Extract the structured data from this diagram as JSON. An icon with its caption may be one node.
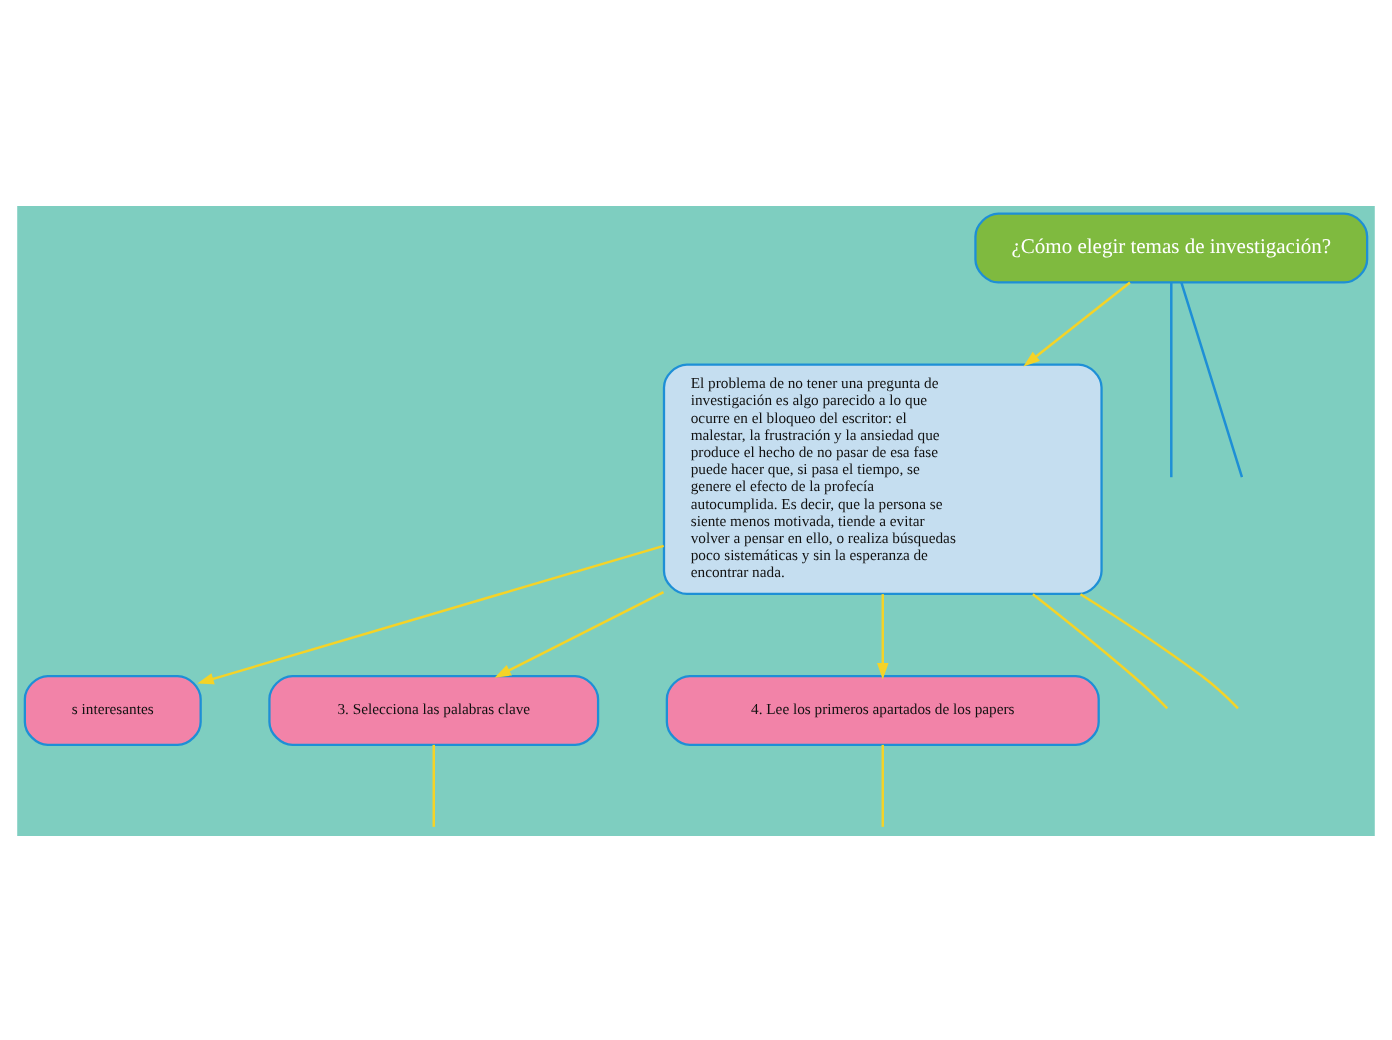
{
  "diagram": {
    "nodes": [
      {
        "text": [
          "¿Cómo elegir temas de investigación?"
        ]
      },
      {
        "text": [
          "El problema de no tener una pregunta de investigación es algo parecido a lo que ocurre en el bloqueo del escritor: el malestar, la frustración y la ansiedad que produce el hecho de no pasar de esa fase puede hacer que, si pasa el tiempo, se genere el efecto de la profecía autocumplida. Es decir, que la persona se siente menos motivada, tiende a evitar volver a pensar en ello, o realiza búsquedas poco sistemáticas y sin la esperanza de encontrar nada."
        ]
      },
      {
        "text": [
          "s interesantes"
        ]
      },
      {
        "text": [
          "3. Selecciona las palabras clave"
        ]
      },
      {
        "text": [
          "4. Lee los primeros apartados de los papers"
        ]
      }
    ],
    "edges": [
      {
        "from": 0,
        "to": 1,
        "arrow": "to"
      },
      {
        "from": 0,
        "to": null,
        "arrow": "none",
        "color": "#1e8fd6"
      },
      {
        "from": 0,
        "to": null,
        "arrow": "none",
        "color": "#1e8fd6"
      },
      {
        "from": 1,
        "to": null,
        "arrow": "none"
      },
      {
        "from": 1,
        "to": null,
        "arrow": "none"
      },
      {
        "from": 1,
        "to": 2,
        "arrow": "to"
      },
      {
        "from": 1,
        "to": 3,
        "arrow": "to"
      },
      {
        "from": 1,
        "to": 4,
        "arrow": "to"
      },
      {
        "from": 3,
        "to": null,
        "arrow": "none"
      },
      {
        "from": 4,
        "to": null,
        "arrow": "none"
      }
    ]
  }
}
